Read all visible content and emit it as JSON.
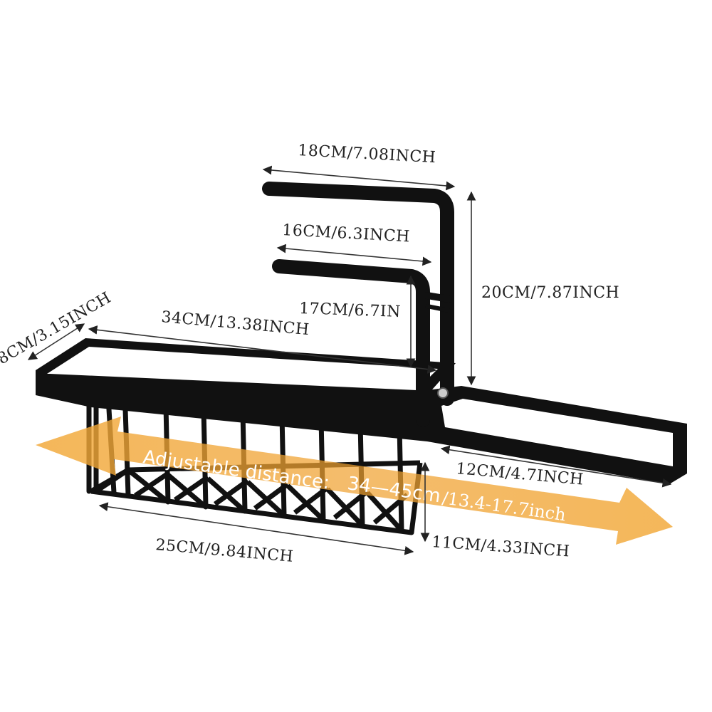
{
  "product": {
    "colors": {
      "rack": "#111111",
      "arrow": "#F0A030",
      "dimension_line": "#222222",
      "background": "#ffffff"
    }
  },
  "dimensions": {
    "top_bar_width": "18CM/7.08INCH",
    "lower_bar_width": "16CM/6.3INCH",
    "total_height": "20CM/7.87INCH",
    "lower_bar_drop": "17CM/6.7IN",
    "basket_depth": "8CM/3.15INCH",
    "basket_top_length": "34CM/13.38INCH",
    "extension_width": "12CM/4.7INCH",
    "basket_bottom_length": "25CM/9.84INCH",
    "basket_height": "11CM/4.33INCH"
  },
  "adjustable": {
    "label": "Adjustable distance:",
    "range_cm": "34—45cm",
    "range_inch": "/13.4-17.7inch"
  }
}
